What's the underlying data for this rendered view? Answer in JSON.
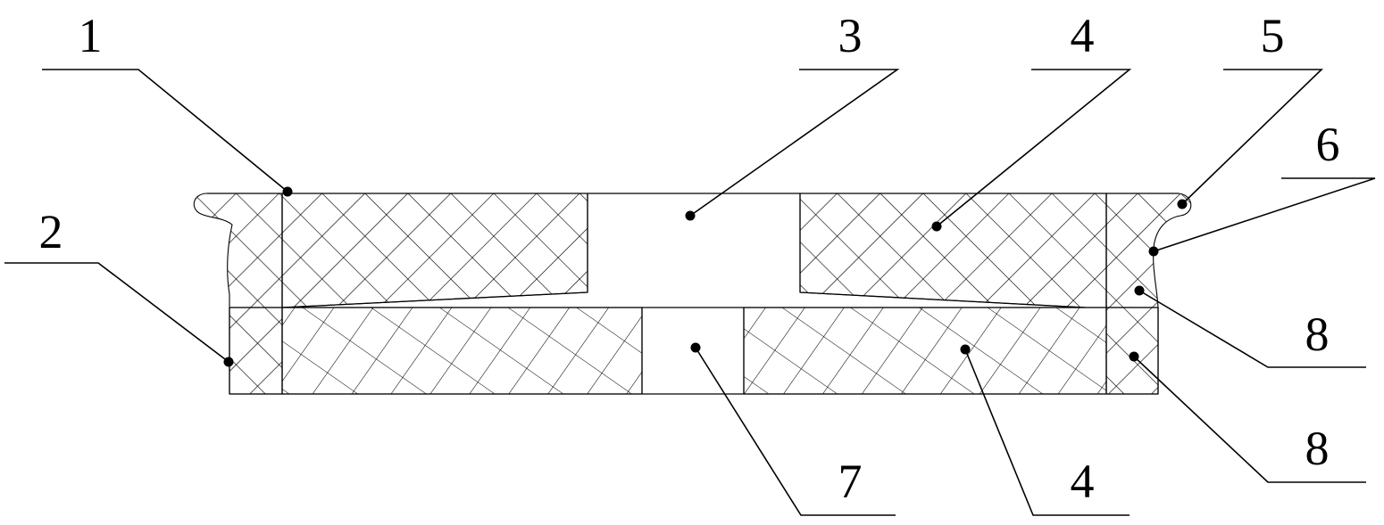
{
  "figure": {
    "labels": {
      "l1": "1",
      "l2": "2",
      "l3": "3",
      "l4_top": "4",
      "l4_bottom": "4",
      "l5": "5",
      "l6": "6",
      "l7": "7",
      "l8_top": "8",
      "l8_bottom": "8"
    },
    "colors": {
      "line": "#000000",
      "background": "#ffffff"
    }
  }
}
